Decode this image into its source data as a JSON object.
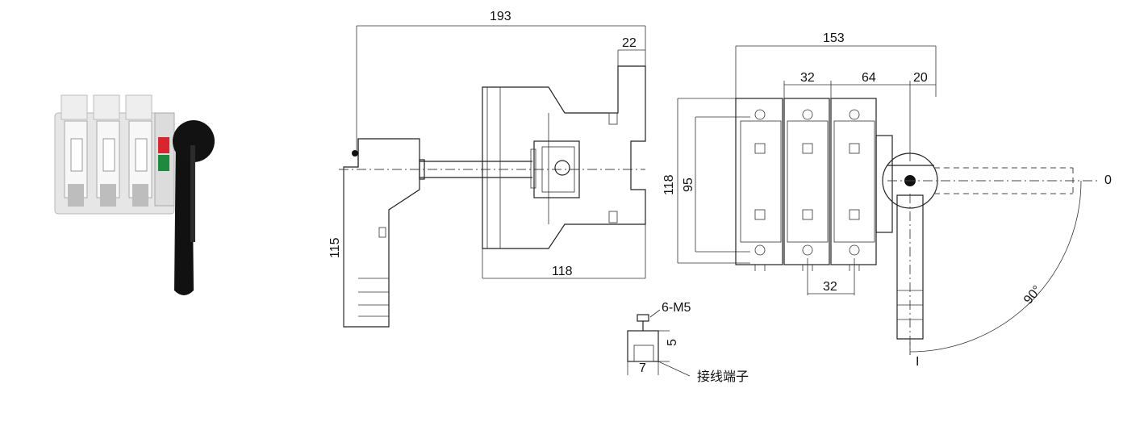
{
  "dimensions": {
    "side_total_length": "193",
    "side_handle_offset": "22",
    "side_body_length": "118",
    "side_handle_height": "115",
    "front_total_width": "153",
    "front_pole_pitch": "32",
    "front_span": "64",
    "front_handle_offset": "20",
    "front_outer_height": "118",
    "front_inner_height": "95",
    "front_bottom_pitch": "32"
  },
  "handle_positions": {
    "off_label": "0",
    "on_label": "I",
    "rotation_angle": "90°"
  },
  "terminal": {
    "screw_label": "6-M5",
    "height_value": "5",
    "width_value": "7",
    "caption": "接线端子"
  },
  "colors": {
    "line": "#222222",
    "handle": "#111111",
    "indicator_red": "#d7262e",
    "indicator_green": "#1e8a3e"
  },
  "icons": [
    "switch-product-photo",
    "side-view-drawing",
    "front-view-drawing",
    "terminal-detail-drawing"
  ]
}
